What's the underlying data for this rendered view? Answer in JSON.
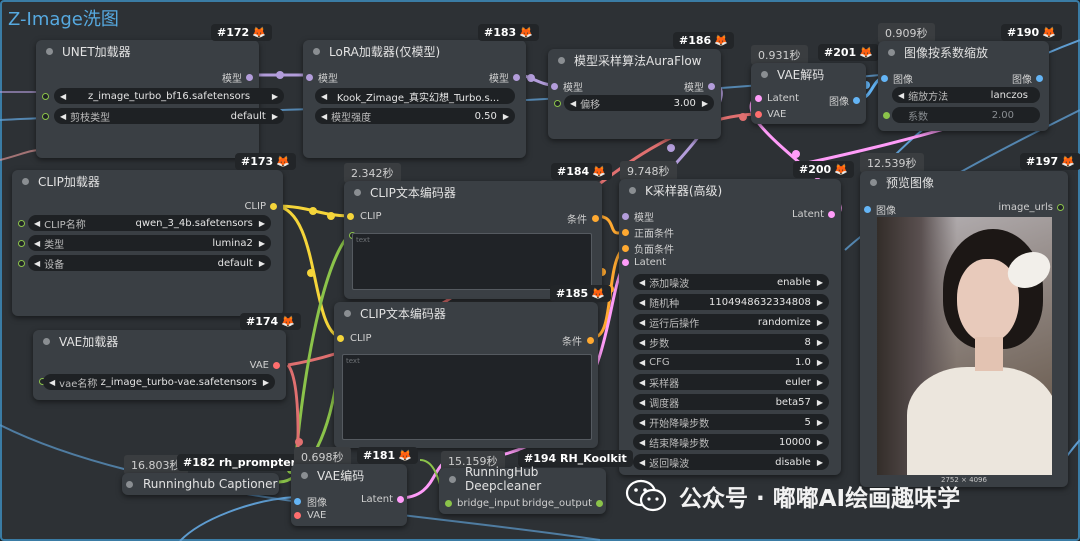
{
  "group": {
    "title": "Z-Image洗图"
  },
  "watermark": {
    "text": "公众号 · 嘟嘟AI绘画趣味学"
  },
  "colors": {
    "model": "#b39ddb",
    "clip": "#f5d53a",
    "vae": "#ff6e6e",
    "image": "#64b5f6",
    "latent": "#ff9cf9",
    "cond": "#ffa931",
    "accent": "#f29a2e"
  },
  "nodes": {
    "unet": {
      "id": "#172",
      "title": "UNET加载器",
      "out_model": "模型",
      "ckpt": "z_image_turbo_bf16.safetensors",
      "dtype_label": "剪枝类型",
      "dtype": "default"
    },
    "lora": {
      "id": "#183",
      "title": "LoRA加载器(仅模型)",
      "in_model": "模型",
      "out_model": "模型",
      "lora_name": "Kook_Zimage_真实幻想_Turbo.s...",
      "strength_label": "模型强度",
      "strength": "0.50"
    },
    "sampling": {
      "id": "#186",
      "title": "模型采样算法AuraFlow",
      "in_model": "模型",
      "out_model": "模型",
      "shift_label": "偏移",
      "shift": "3.00"
    },
    "vaedecode": {
      "id": "#201",
      "time": "0.931秒",
      "title": "VAE解码",
      "in_latent": "Latent",
      "in_vae": "VAE",
      "out_image": "图像"
    },
    "scale": {
      "id": "#190",
      "time": "0.909秒",
      "title": "图像按系数缩放",
      "in_image": "图像",
      "out_image": "图像",
      "method_label": "缩放方法",
      "method": "lanczos",
      "factor_label": "系数",
      "factor": "2.00"
    },
    "clip": {
      "id": "#173",
      "title": "CLIP加载器",
      "out_clip": "CLIP",
      "name_label": "CLIP名称",
      "name": "qwen_3_4b.safetensors",
      "type_label": "类型",
      "type": "lumina2",
      "device_label": "设备",
      "device": "default"
    },
    "cliptext1": {
      "time": "2.342秒",
      "title": "CLIP文本编码器",
      "in_clip": "CLIP",
      "out_cond": "条件",
      "placeholder": "text"
    },
    "cliptext2": {
      "id": "#185",
      "title": "CLIP文本编码器",
      "in_clip": "CLIP",
      "out_cond": "条件",
      "placeholder": "text"
    },
    "ksampler": {
      "id": "#184",
      "time": "9.748秒",
      "title": "K采样器(高级)",
      "in_model": "模型",
      "in_pos": "正面条件",
      "in_neg": "负面条件",
      "in_latent": "Latent",
      "out_latent": "Latent",
      "params": [
        {
          "label": "添加噪波",
          "value": "enable"
        },
        {
          "label": "随机种",
          "value": "1104948632334808"
        },
        {
          "label": "运行后操作",
          "value": "randomize"
        },
        {
          "label": "步数",
          "value": "8"
        },
        {
          "label": "CFG",
          "value": "1.0"
        },
        {
          "label": "采样器",
          "value": "euler"
        },
        {
          "label": "调度器",
          "value": "beta57"
        },
        {
          "label": "开始降噪步数",
          "value": "5"
        },
        {
          "label": "结束降噪步数",
          "value": "10000"
        },
        {
          "label": "返回噪波",
          "value": "disable"
        }
      ]
    },
    "preview": {
      "id": "#197",
      "id2": "#200",
      "time": "12.539秒",
      "title": "预览图像",
      "in_image": "图像",
      "out_urls": "image_urls",
      "dims": "2752 × 4096"
    },
    "vaeloader": {
      "id": "#174",
      "title": "VAE加载器",
      "out_vae": "VAE",
      "name_label": "vae名称",
      "name": "z_image_turbo-vae.safetensors"
    },
    "captioner": {
      "id": "#182 rh_prompter",
      "time": "16.803秒",
      "title": "Runninghub Captioner"
    },
    "vaeencode": {
      "id": "#181",
      "time": "0.698秒",
      "title": "VAE编码",
      "in_image": "图像",
      "in_vae": "VAE",
      "out_latent": "Latent"
    },
    "deepcleaner": {
      "id": "#194 RH_Koolkit",
      "time": "15.159秒",
      "title": "RunningHub Deepcleaner",
      "in_bridge": "bridge_input",
      "out_bridge": "bridge_output"
    }
  }
}
